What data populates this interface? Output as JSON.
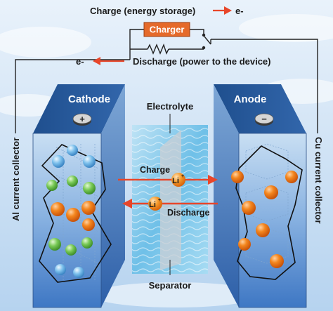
{
  "top": {
    "charge_caption": "Charge (energy storage)",
    "discharge_caption": "Discharge (power to the device)",
    "charge_electron": "e-",
    "discharge_electron": "e-",
    "charger_label": "Charger"
  },
  "cells": {
    "cathode_label": "Cathode",
    "cathode_sign": "+",
    "anode_label": "Anode",
    "anode_sign": "−"
  },
  "middle": {
    "electrolyte_label": "Electrolyte",
    "separator_label": "Separator",
    "charge_label": "Charge",
    "discharge_label": "Discharge",
    "li_ion_top": "Li",
    "li_ion_bottom": "Li",
    "li_charge_sign_top": "+",
    "li_charge_sign_bottom": "+"
  },
  "collectors": {
    "left": "Al current collector",
    "right": "Cu current collector"
  },
  "colors": {
    "arrow_red": "#e8462a",
    "charger_orange": "#e56a2a",
    "cell_blue_top": "#9ec1e6",
    "cell_blue_bottom": "#3b74c2",
    "ion_orange": "#f07b1a",
    "ion_green": "#6cc24a",
    "ion_blue": "#6ab3e8"
  }
}
